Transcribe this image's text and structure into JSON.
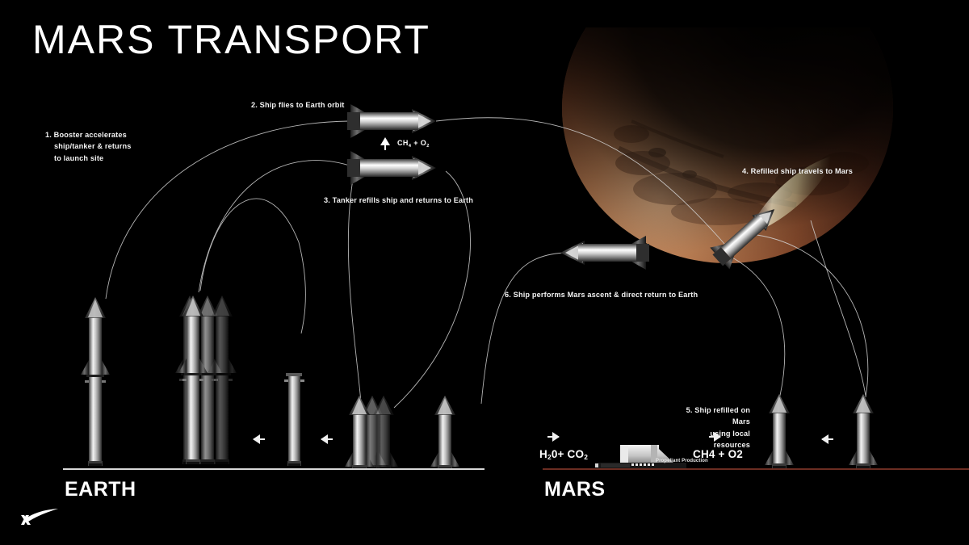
{
  "title": "MARS TRANSPORT",
  "brand": {
    "logo_icon": "spacex-x-logo",
    "logo_color": "#ffffff"
  },
  "colors": {
    "background": "#000000",
    "text": "#ffffff",
    "trajectory": "#cfcfcf",
    "earth_ground": "#d8d8d8",
    "mars_ground": "#6b2d22",
    "mars_surface_light": "#d9a277",
    "mars_surface_mid": "#a8623f",
    "mars_surface_dark": "#2a150e",
    "exhaust_plume": "#e8e4c8",
    "vehicle_metal": "#e6e6e6"
  },
  "steps": [
    {
      "id": "step-1",
      "number": "1.",
      "text": "Booster accelerates\nship/tanker & returns\nto launch site"
    },
    {
      "id": "step-2",
      "number": "2.",
      "text": "Ship flies to Earth orbit"
    },
    {
      "id": "step-3",
      "number": "3.",
      "text": "Tanker refills ship and returns to Earth"
    },
    {
      "id": "step-4",
      "number": "4.",
      "text": "Refilled ship travels to Mars"
    },
    {
      "id": "step-5",
      "number": "5.",
      "text": "Ship refilled on Mars\nusing local resources"
    },
    {
      "id": "step-6",
      "number": "6.",
      "text": "Ship performs Mars ascent & direct return to Earth"
    }
  ],
  "callout_text": {
    "step1": "1.  Booster accelerates\nship/tanker & returns\nto launch site",
    "step2": "2. Ship flies to Earth orbit",
    "step3": "3. Tanker refills ship and returns to Earth",
    "step4": "4. Refilled ship travels to Mars",
    "step5": "5. Ship refilled on Mars\nusing local resources",
    "step6": "6. Ship performs Mars ascent & direct return to Earth"
  },
  "planets": {
    "earth_label": "EARTH",
    "mars_label": "MARS"
  },
  "chemistry": {
    "orbit_propellant": "CH4 + O2",
    "orbit_propellant_formula": {
      "a": "CH",
      "a_sub": "4",
      "plus": " + O",
      "b_sub": "2"
    },
    "mars_input": "H2O+ CO2",
    "mars_input_formula": {
      "h": "H",
      "h_sub": "2",
      "o": "0+ CO",
      "o_sub": "2"
    },
    "mars_output": "CH4 + O2",
    "plant_label": "Propellant Production",
    "arrow_up_icon": "arrow-up-icon",
    "arrow_right_icon": "arrow-right-icon"
  },
  "earth_scene": {
    "vehicles": [
      {
        "name": "full-stack-single",
        "kind": "booster+ship",
        "count": 1
      },
      {
        "name": "full-stack-cluster",
        "kind": "booster+ship",
        "count": 4
      },
      {
        "name": "landed-booster",
        "kind": "booster",
        "count": 1
      },
      {
        "name": "ship-cluster",
        "kind": "ship",
        "count": 3
      },
      {
        "name": "returned-ship",
        "kind": "ship",
        "count": 1
      }
    ],
    "arrows": [
      {
        "name": "earth-flow-arrow-1",
        "direction": "left"
      },
      {
        "name": "earth-flow-arrow-2",
        "direction": "left"
      }
    ]
  },
  "mars_scene": {
    "vehicles": [
      {
        "name": "mars-ship-refuelled",
        "kind": "ship",
        "count": 1
      },
      {
        "name": "mars-ship-landed",
        "kind": "ship",
        "count": 1
      }
    ],
    "plant": {
      "name": "propellant-production-plant"
    },
    "arrows": [
      {
        "name": "mars-input-arrow",
        "direction": "right"
      },
      {
        "name": "mars-output-arrow",
        "direction": "right"
      },
      {
        "name": "mars-flow-arrow",
        "direction": "left"
      }
    ]
  },
  "orbit_ships": [
    {
      "name": "orbit-ship-upper",
      "heading": "right"
    },
    {
      "name": "orbit-tanker-lower",
      "heading": "right"
    },
    {
      "name": "mars-ascent-ship",
      "heading": "left"
    },
    {
      "name": "mars-arrival-ship",
      "heading": "upper-right"
    }
  ]
}
